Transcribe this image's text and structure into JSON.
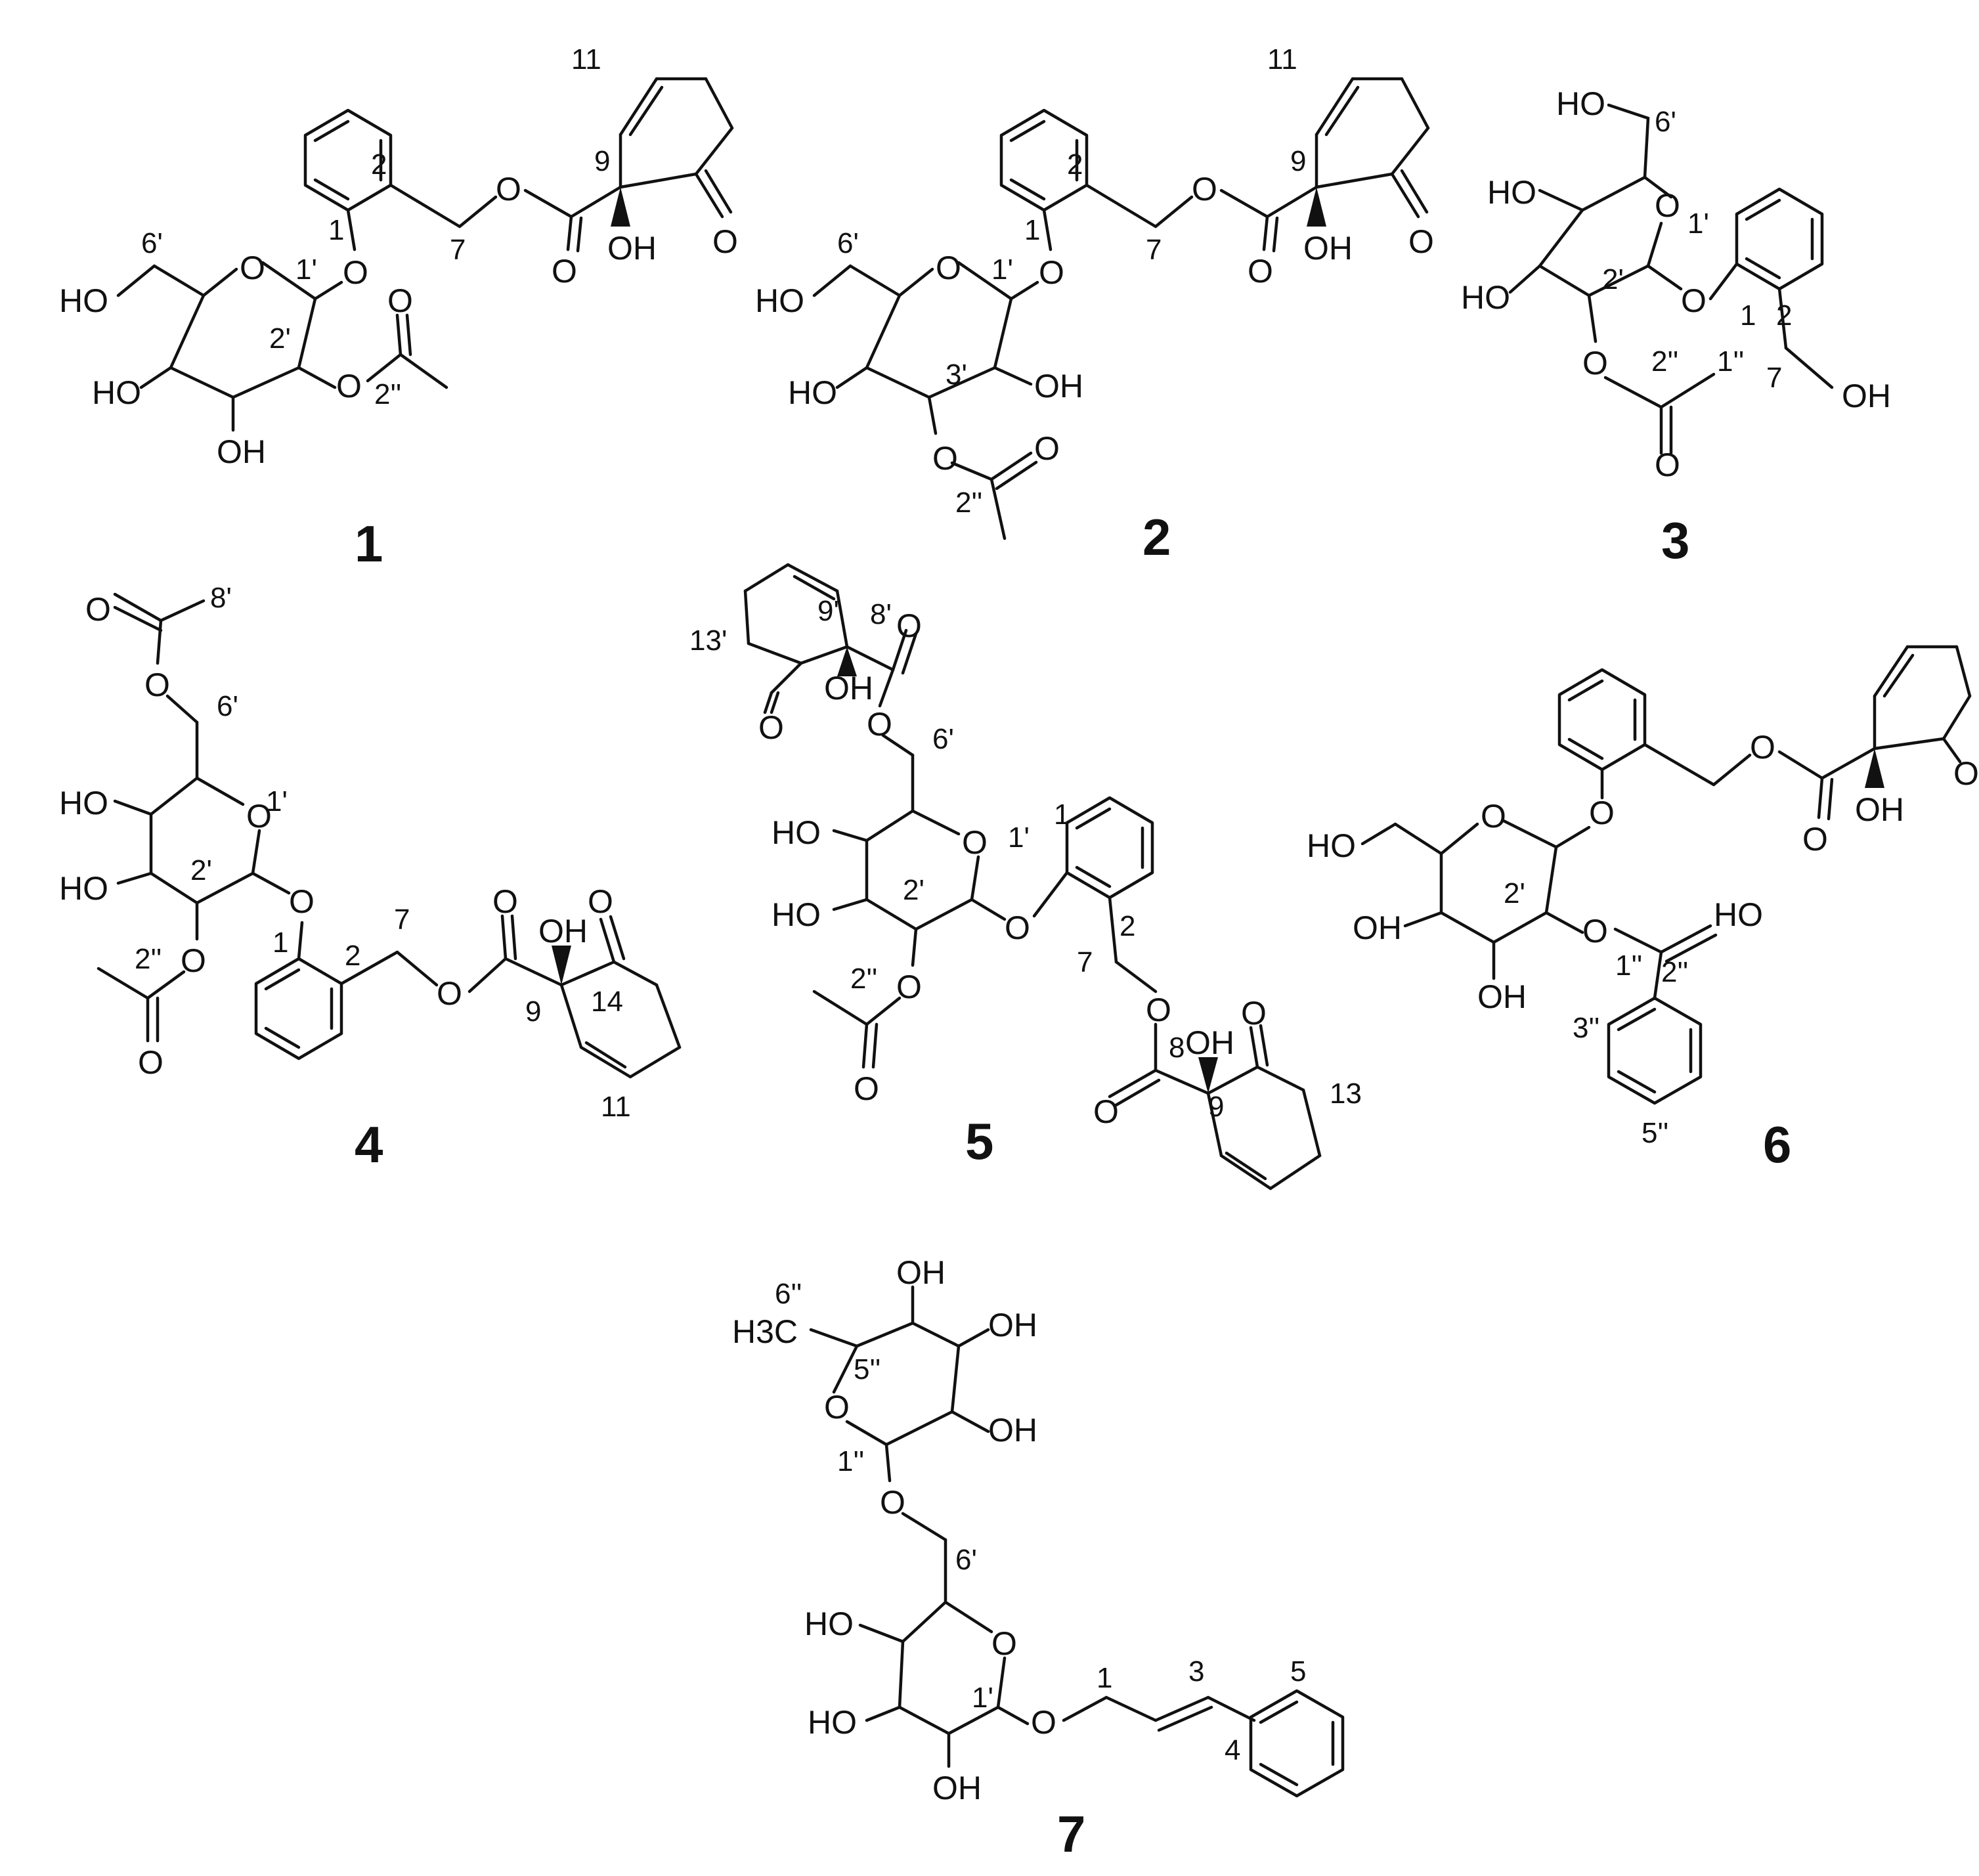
{
  "figure": {
    "compounds": [
      {
        "id": "1",
        "atom_labels": [
          "O",
          "O",
          "O",
          "O",
          "O",
          "O",
          "O",
          "O",
          "HO",
          "HO",
          "OH",
          "OH"
        ],
        "locants": [
          "11",
          "2",
          "9",
          "1",
          "7",
          "6'",
          "1'",
          "2'",
          "2''"
        ]
      },
      {
        "id": "2",
        "atom_labels": [
          "O",
          "O",
          "O",
          "O",
          "O",
          "O",
          "O",
          "O",
          "HO",
          "HO",
          "OH",
          "OH"
        ],
        "locants": [
          "11",
          "2",
          "9",
          "1",
          "7",
          "6'",
          "1'",
          "3'",
          "2''"
        ]
      },
      {
        "id": "3",
        "atom_labels": [
          "HO",
          "HO",
          "HO",
          "O",
          "O",
          "O",
          "O",
          "OH"
        ],
        "locants": [
          "6'",
          "1'",
          "2'",
          "2",
          "1",
          "2''",
          "1''",
          "7"
        ]
      },
      {
        "id": "4",
        "atom_labels": [
          "O",
          "O",
          "O",
          "O",
          "O",
          "O",
          "O",
          "O",
          "O",
          "HO",
          "HO",
          "OH"
        ],
        "locants": [
          "8'",
          "6'",
          "1'",
          "2'",
          "2''",
          "1",
          "2",
          "7",
          "9",
          "14",
          "11"
        ]
      },
      {
        "id": "5",
        "atom_labels": [
          "O",
          "O",
          "OH",
          "O",
          "O",
          "O",
          "O",
          "O",
          "O",
          "HO",
          "HO",
          "O",
          "O",
          "OH"
        ],
        "locants": [
          "13'",
          "9'",
          "8'",
          "6'",
          "1'",
          "1",
          "2'",
          "2''",
          "2",
          "7",
          "8",
          "9",
          "13"
        ]
      },
      {
        "id": "6",
        "atom_labels": [
          "O",
          "O",
          "OH",
          "O",
          "O",
          "O",
          "O",
          "HO",
          "HO",
          "OH"
        ],
        "locants": [
          "2'",
          "1''",
          "2''",
          "3''",
          "5''"
        ]
      },
      {
        "id": "7",
        "atom_labels": [
          "OH",
          "H3C",
          "OH",
          "OH",
          "O",
          "O",
          "HO",
          "O",
          "HO",
          "OH",
          "O"
        ],
        "locants": [
          "6''",
          "5''",
          "1''",
          "6'",
          "1'",
          "1",
          "3",
          "4",
          "5"
        ]
      }
    ]
  }
}
